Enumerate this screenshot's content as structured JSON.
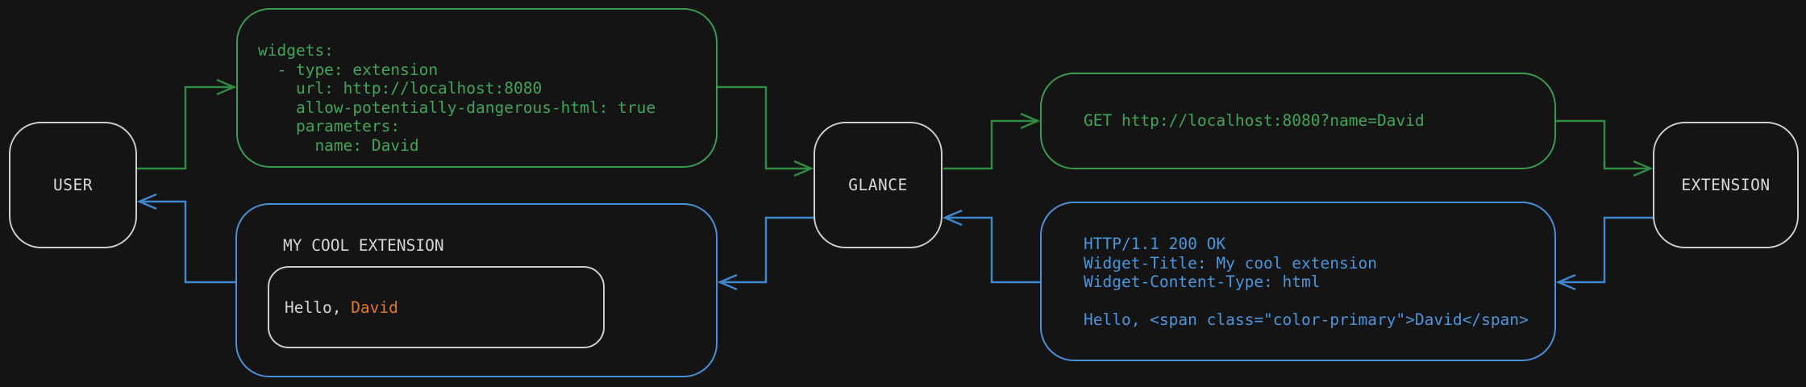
{
  "colors": {
    "background": "#141414",
    "green_text": "#40a558",
    "green_border": "#3b9a4f",
    "green_arrow": "#318a42",
    "blue_text": "#4a96dc",
    "blue_border": "#4a90d9",
    "blue_arrow": "#3f87cf",
    "orange_accent": "#e2772e",
    "gray_text": "#d5d5d5",
    "node_border": "#cdcdcd"
  },
  "nodes": {
    "user": {
      "label": "USER"
    },
    "glance": {
      "label": "GLANCE"
    },
    "extension": {
      "label": "EXTENSION"
    }
  },
  "config_box": {
    "lines": [
      "widgets:",
      "  - type: extension",
      "    url: http://localhost:8080",
      "    allow-potentially-dangerous-html: true",
      "    parameters:",
      "      name: David"
    ]
  },
  "request_box": {
    "text": "GET http://localhost:8080?name=David"
  },
  "response_box": {
    "lines": [
      "HTTP/1.1 200 OK",
      "Widget-Title: My cool extension",
      "Widget-Content-Type: html",
      "",
      "Hello, <span class=\"color-primary\">David</span>"
    ]
  },
  "widget_box": {
    "title": "MY COOL EXTENSION",
    "greeting_prefix": "Hello, ",
    "greeting_name": "David"
  }
}
